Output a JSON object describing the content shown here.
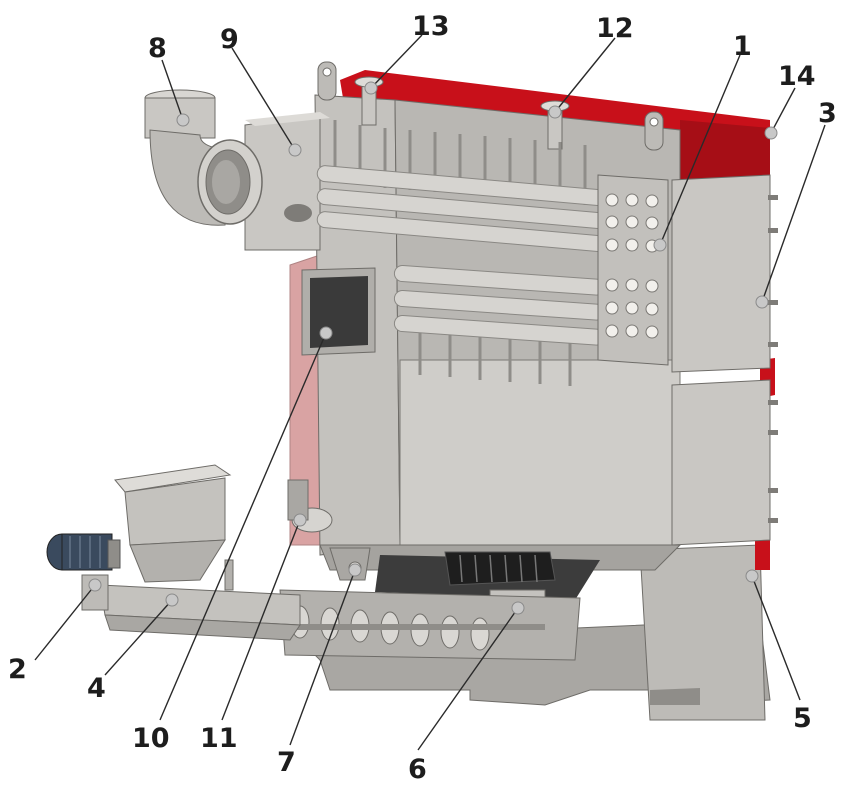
{
  "callouts": [
    {
      "id": "1",
      "label": "1"
    },
    {
      "id": "2",
      "label": "2"
    },
    {
      "id": "3",
      "label": "3"
    },
    {
      "id": "4",
      "label": "4"
    },
    {
      "id": "5",
      "label": "5"
    },
    {
      "id": "6",
      "label": "6"
    },
    {
      "id": "7",
      "label": "7"
    },
    {
      "id": "8",
      "label": "8"
    },
    {
      "id": "9",
      "label": "9"
    },
    {
      "id": "10",
      "label": "10"
    },
    {
      "id": "11",
      "label": "11"
    },
    {
      "id": "12",
      "label": "12"
    },
    {
      "id": "13",
      "label": "13"
    },
    {
      "id": "14",
      "label": "14"
    }
  ],
  "colors": {
    "casing_red": "#c8101a",
    "casing_red_dark": "#8e0b12",
    "steel_light": "#c9c7c3",
    "steel_mid": "#a9a7a3",
    "steel_dark": "#7e7c78",
    "insulation_pink": "#d9a3a3",
    "motor_blue": "#3a4a5e",
    "label_color": "#1d1d1d"
  }
}
